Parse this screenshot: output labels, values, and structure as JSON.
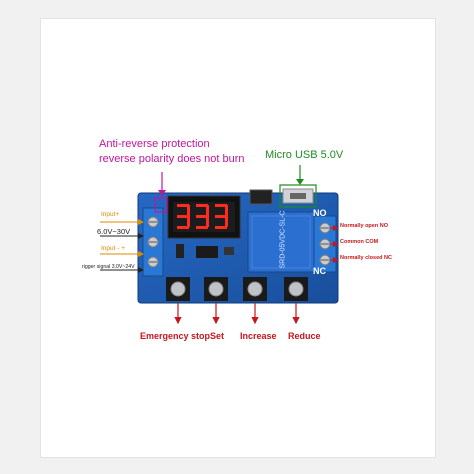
{
  "annotations": {
    "protection_line1": "Anti-reverse protection",
    "protection_line2": "reverse polarity does not burn",
    "usb": "Micro USB 5.0V"
  },
  "inputs": {
    "input_plus": "Input+",
    "voltage": "6.0V~30V",
    "input_minus": "Input - +",
    "trigger": "rigger signal 3.0V~24V"
  },
  "relay_outputs": {
    "normally_open": "Normally open NO",
    "common": "Common COM",
    "normally_closed": "Normally closed NC"
  },
  "board": {
    "no": "NO",
    "nc": "NC",
    "relay_text": "SRD-05VDC-SL-C"
  },
  "buttons": {
    "emergency_stop": "Emergency stop",
    "set": "Set",
    "increase": "Increase",
    "reduce": "Reduce"
  },
  "colors": {
    "annotation_pink": "#c0169c",
    "annotation_green": "#1e8a22",
    "annotation_red": "#c4161c",
    "input_orange": "#e08a00",
    "pcb_blue": "#1f5fb8",
    "relay_blue": "#2b6fd1",
    "display_red": "#ff2a20"
  }
}
